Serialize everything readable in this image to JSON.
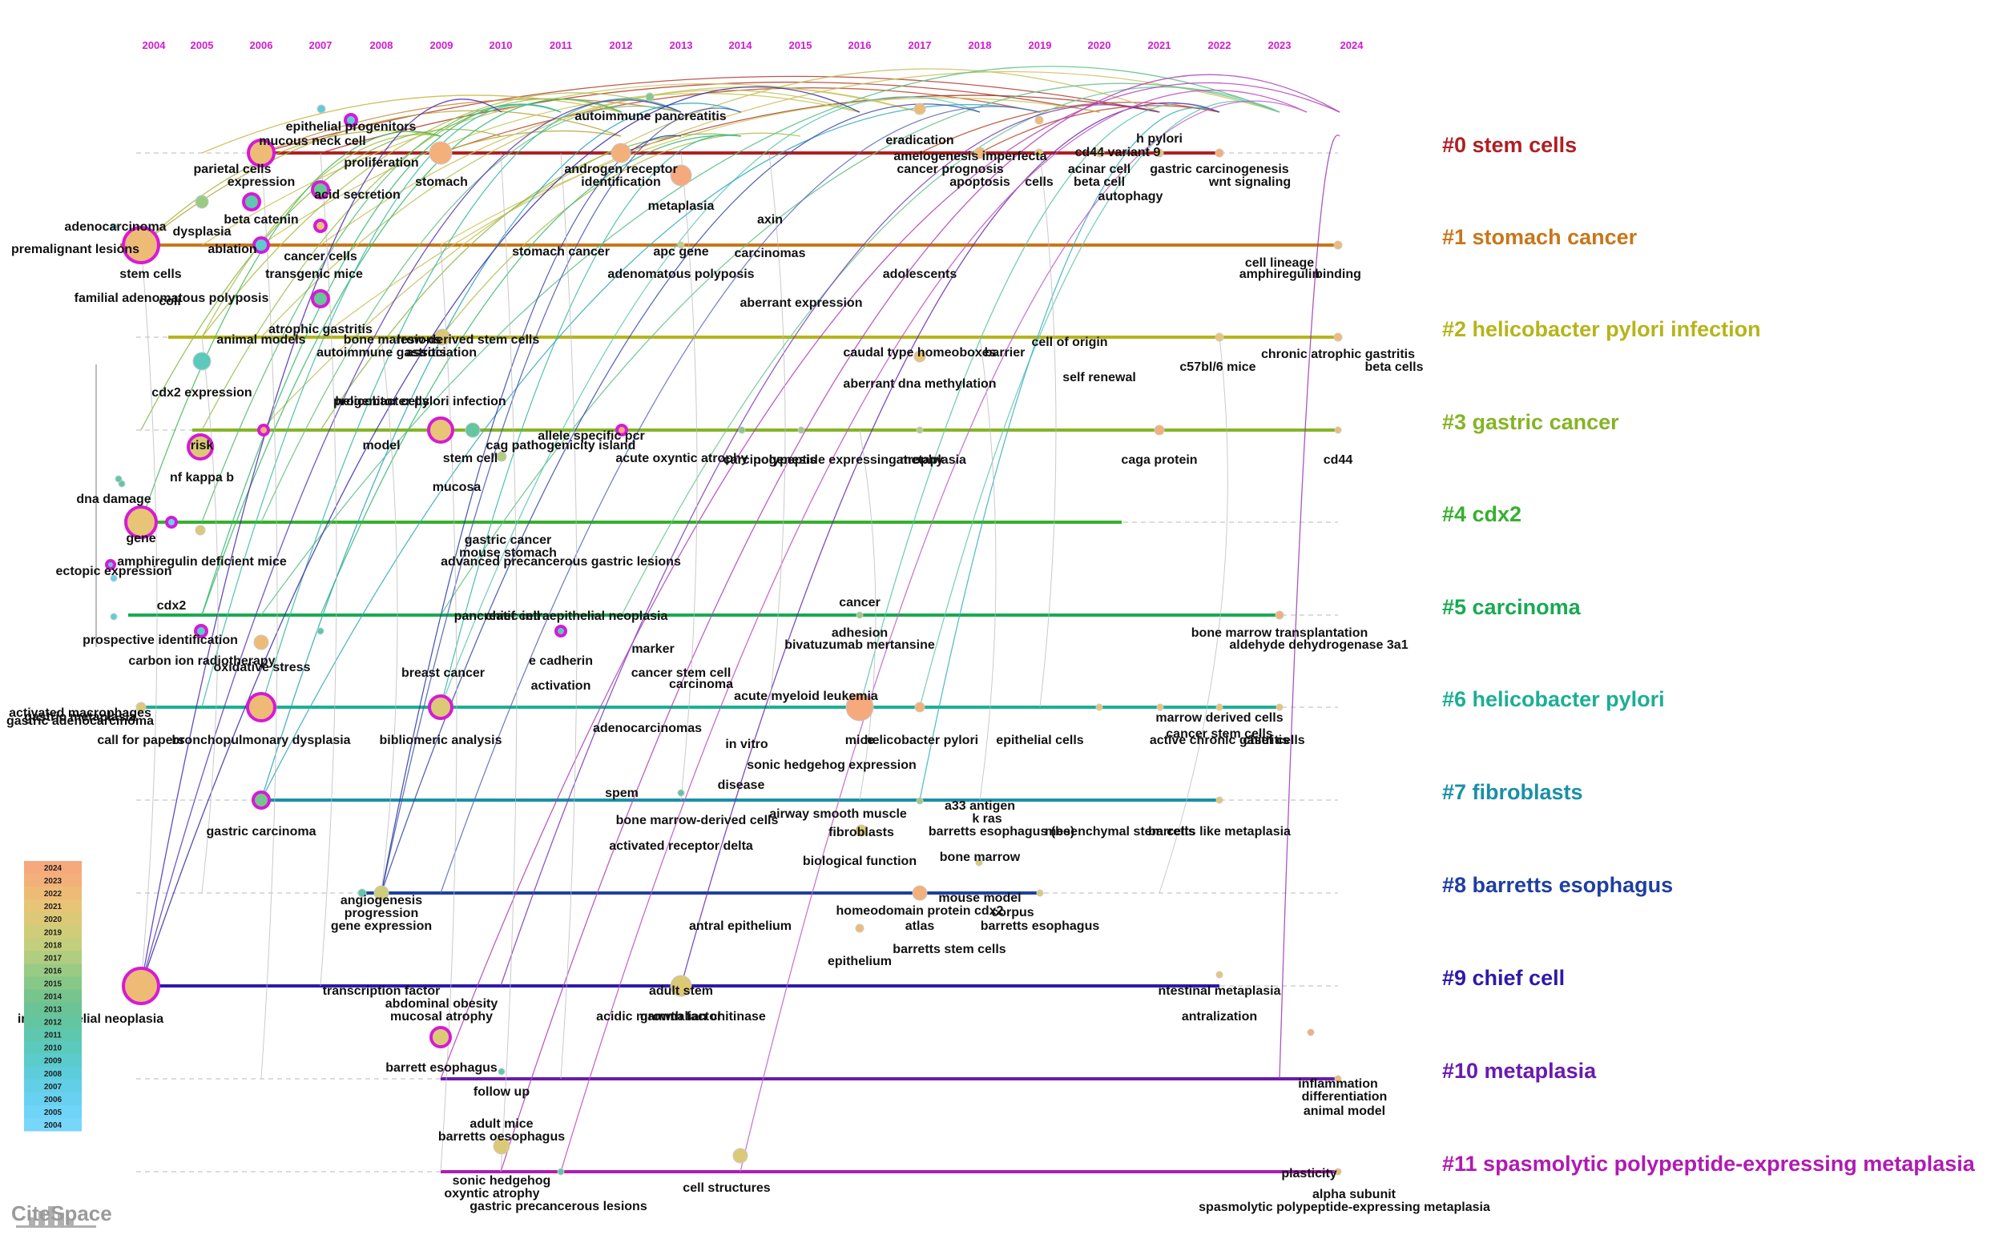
{
  "app": {
    "logo_text": "CiteSpace"
  },
  "years": [
    "2004",
    "2005",
    "2006",
    "2007",
    "2008",
    "2009",
    "2010",
    "2011",
    "2012",
    "2013",
    "2014",
    "2015",
    "2016",
    "2017",
    "2018",
    "2019",
    "2020",
    "2021",
    "2022",
    "2023",
    "2024"
  ],
  "legend": {
    "years": [
      "2024",
      "2023",
      "2022",
      "2021",
      "2020",
      "2019",
      "2018",
      "2017",
      "2016",
      "2015",
      "2014",
      "2013",
      "2012",
      "2011",
      "2010",
      "2009",
      "2008",
      "2007",
      "2006",
      "2005",
      "2004"
    ],
    "colors": [
      "#f5a97d",
      "#f3b07a",
      "#eebb77",
      "#e8c476",
      "#dcc977",
      "#cfcd7a",
      "#c3cf7c",
      "#b1cd80",
      "#9acb84",
      "#87c888",
      "#77c48c",
      "#6bc495",
      "#63c6a0",
      "#5ec7ae",
      "#5cc9bd",
      "#5ccbcc",
      "#5ecddb",
      "#62cfe7",
      "#68d1f1",
      "#6fd4f7",
      "#77d6fa"
    ]
  },
  "clusters": [
    {
      "id": "#0 stem cells",
      "color": "#b01f22"
    },
    {
      "id": "#1 stomach cancer",
      "color": "#c8761a"
    },
    {
      "id": "#2 helicobacter pylori infection",
      "color": "#b6b41b"
    },
    {
      "id": "#3 gastric cancer",
      "color": "#86b425"
    },
    {
      "id": "#4 cdx2",
      "color": "#36b02e"
    },
    {
      "id": "#5 carcinoma",
      "color": "#17aa50"
    },
    {
      "id": "#6 helicobacter pylori",
      "color": "#1caf95"
    },
    {
      "id": "#7 fibroblasts",
      "color": "#1a8fa6"
    },
    {
      "id": "#8 barretts esophagus",
      "color": "#1f3fa0"
    },
    {
      "id": "#9 chief cell",
      "color": "#2d1aa8"
    },
    {
      "id": "#10 metaplasia",
      "color": "#6a1ab0"
    },
    {
      "id": "#11 spasmolytic polypeptide-expressing metaplasia",
      "color": "#b01ab3"
    }
  ],
  "keywords": [
    "epithelial progenitors",
    "mucous neck cell",
    "autoimmune pancreatitis",
    "eradication",
    "amelogenesis imperfecta",
    "h pylori",
    "cd44 variant 9",
    "parietal cells",
    "proliferation",
    "androgen receptor",
    "identification",
    "cancer prognosis",
    "acinar cell",
    "gastric carcinogenesis",
    "expression",
    "stomach",
    "apoptosis",
    "cells",
    "beta cell",
    "wnt signaling",
    "acid secretion",
    "autophagy",
    "metaplasia",
    "adenocarcinoma",
    "beta catenin",
    "axin",
    "dysplasia",
    "premalignant lesions",
    "ablation",
    "stomach cancer",
    "apc gene",
    "carcinomas",
    "cancer cells",
    "cell lineage",
    "stem cells",
    "transgenic mice",
    "adenomatous polyposis",
    "adolescents",
    "amphiregulin",
    "binding",
    "familial adenomatous polyposis",
    "coli",
    "aberrant expression",
    "atrophic gastritis",
    "animal models",
    "lesions",
    "bone marrow-derived stem cells",
    "cell of origin",
    "autoimmune gastritis",
    "association",
    "caudal type homeoboxes",
    "barrier",
    "chronic atrophic gastritis",
    "c57bl/6 mice",
    "beta cells",
    "self renewal",
    "aberrant dna methylation",
    "cdx2 expression",
    "progenitor cells",
    "helicobacter pylori infection",
    "allele specific pcr",
    "risk",
    "model",
    "cag pathogenicity island",
    "stem cell",
    "acute oxyntic atrophy",
    "carcinogenesis",
    "polypeptide expressing metaplasia",
    "atrophy",
    "caga protein",
    "cd44",
    "nf kappa b",
    "mucosa",
    "dna damage",
    "gastric cancer",
    "mouse stomach",
    "gene",
    "amphiregulin deficient mice",
    "advanced precancerous gastric lesions",
    "ectopic expression",
    "cancer",
    "cdx2",
    "pancreatic intraepithelial neoplasia",
    "chief cell",
    "adhesion",
    "bone marrow transplantation",
    "bivatuzumab mertansine",
    "prospective identification",
    "aldehyde dehydrogenase 3a1",
    "carbon ion radiotherapy",
    "e cadherin",
    "marker",
    "oxidative stress",
    "cancer stem cells",
    "breast cancer",
    "cancer stem cell",
    "carcinoma",
    "activation",
    "acute myeloid leukemia",
    "marrow derived cells",
    "call for papers",
    "bronchopulmonary dysplasia",
    "bibliomeric analysis",
    "adenocarcinomas",
    "mice",
    "helicobacter pylori",
    "epithelial cells",
    "active chronic gastritis",
    "chief cells",
    "in vitro",
    "sonic hedgehog expression",
    "disease",
    "spem",
    "airway smooth muscle",
    "a33 antigen",
    "bone marrow-derived cells",
    "fibroblasts",
    "k ras",
    "barretts esophagus (be)",
    "mesenchymal stem cells",
    "gastric carcinoma",
    "barretts like metaplasia",
    "activated receptor delta",
    "bone marrow",
    "biological function",
    "angiogenesis",
    "mouse model",
    "progression",
    "homeodomain protein cdx2",
    "corpus",
    "gene expression",
    "antral epithelium",
    "atlas",
    "barretts esophagus",
    "barretts stem cells",
    "epithelium",
    "intraepithelial neoplasia",
    "transcription factor",
    "adult stem",
    "ntestinal metaplasia",
    "abdominal obesity",
    "acidic mammalian chitinase",
    "mucosal atrophy",
    "growth factor",
    "antralization",
    "barrett esophagus",
    "inflammation",
    "follow up",
    "differentiation",
    "animal model",
    "adult mice",
    "barretts oesophagus",
    "plasticity",
    "sonic hedgehog",
    "cell structures",
    "alpha subunit",
    "oxyntic atrophy",
    "spasmolytic polypeptide-expressing metaplasia",
    "gastric precancerous lesions",
    "activated macrophages",
    "gastric metaplasia",
    "gastric adenocarcinoma"
  ]
}
